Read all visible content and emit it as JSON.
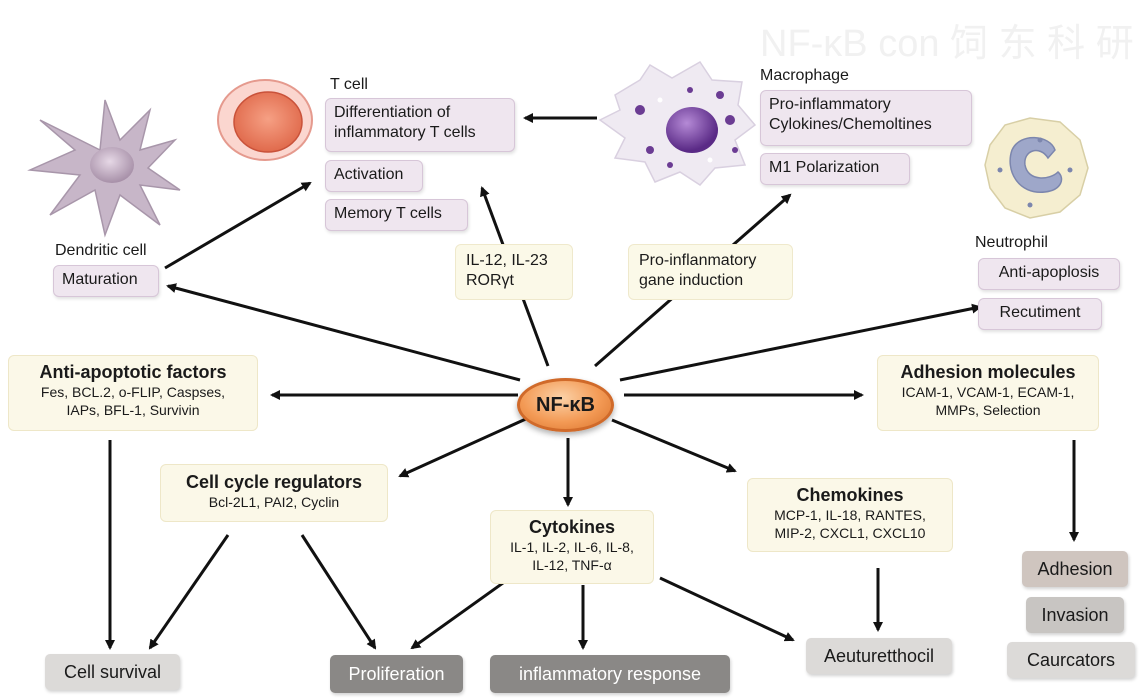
{
  "watermark": "NF-κB con 饲 东 科 研",
  "nfkb": "NF-κB",
  "dendritic": {
    "title": "Dendritic cell",
    "box": "Maturation"
  },
  "tcell": {
    "title": "T cell",
    "boxes": [
      "Differentiation of inflammatory T cells",
      "Activation",
      "Memory T cells"
    ]
  },
  "macrophage": {
    "title": "Macrophage",
    "boxes": [
      "Pro-inflammatory Cylokines/Chemoltines",
      "M1 Polarization"
    ]
  },
  "neutrophil": {
    "title": "Neutrophil",
    "boxes": [
      "Anti-apoplosis",
      "Recutiment"
    ]
  },
  "il_box": {
    "line1": "IL-12, IL-23",
    "line2": "RORγt"
  },
  "pro_box": {
    "line1": "Pro-inflanmatory",
    "line2": "gane induction"
  },
  "anti_apoptotic": {
    "title": "Anti-apoptotic factors",
    "line1": "Fes, BCL.2, o-FLIP, Caspses,",
    "line2": "IAPs, BFL-1, Survivin"
  },
  "adhesion": {
    "title": "Adhesion molecules",
    "line1": "ICAM-1, VCAM-1, ECAM-1,",
    "line2": "MMPs, Selection"
  },
  "cell_cycle": {
    "title": "Cell cycle regulators",
    "line1": "Bcl-2L1, PAI2, Cyclin"
  },
  "cytokines": {
    "title": "Cytokines",
    "line1": "IL-1, IL-2, IL-6, IL-8,",
    "line2": "IL-12, TNF-α"
  },
  "chemokines": {
    "title": "Chemokines",
    "line1": "MCP-1, IL-18, RANTES,",
    "line2": "MIP-2, CXCL1, CXCL10"
  },
  "outcomes": {
    "cell_survival": "Cell survival",
    "proliferation": "Proliferation",
    "inflammatory": "inflammatory response",
    "aeutur": "Aeuturetthocil",
    "adhesion": "Adhesion",
    "invasion": "Invasion",
    "caurcators": "Caurcators"
  },
  "colors": {
    "pink_box": "#efe6ef",
    "cream_box": "#fbf9e8",
    "nfkb_orange": "#f39a55",
    "arrow": "#111111"
  },
  "icons": [
    "dendritic-cell-icon",
    "t-cell-icon",
    "macrophage-icon",
    "neutrophil-icon"
  ]
}
